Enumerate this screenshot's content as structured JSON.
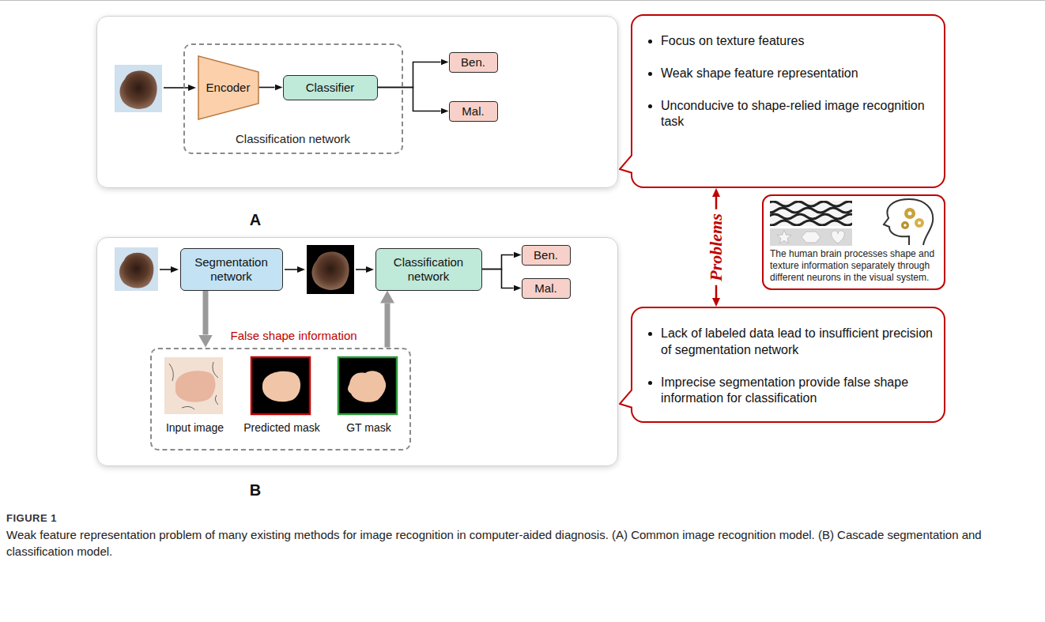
{
  "diagram": {
    "title": "FIGURE 1",
    "caption": "Weak feature representation problem of many existing methods for image recognition in computer-aided diagnosis. (A) Common image recognition model. (B) Cascade segmentation and classification model.",
    "nodes": [
      {
        "text": [
          "A"
        ]
      },
      {
        "text": [
          "Classification network"
        ],
        "in": 0
      },
      {
        "text": [
          "Encoder"
        ],
        "in": 1
      },
      {
        "text": [
          "Classifier"
        ],
        "in": 1
      },
      {
        "text": [
          "Ben."
        ],
        "in": 0
      },
      {
        "text": [
          "Mal."
        ],
        "in": 0
      },
      {
        "text": [
          "Focus on texture features",
          "Weak shape feature representation",
          "Unconducive to shape-relied image recognition task"
        ]
      },
      {
        "text": [
          "The human brain processes shape and texture information separately through different neurons in the visual system."
        ]
      },
      {
        "text": [
          "B"
        ]
      },
      {
        "text": [
          "Segmentation network"
        ],
        "in": 8
      },
      {
        "text": [
          "Classification network"
        ],
        "in": 8
      },
      {
        "text": [
          "Ben."
        ],
        "in": 8
      },
      {
        "text": [
          "Mal."
        ],
        "in": 8
      },
      {
        "text": [
          "False shape information",
          "Input image",
          "Predicted mask",
          "GT mask"
        ],
        "in": 8
      },
      {
        "text": [
          "Lack of labeled data lead to insufficient precision of segmentation network",
          "Imprecise segmentation provide false shape information for classification"
        ]
      }
    ],
    "edges": [
      {
        "from": 2,
        "to": 3,
        "arrow": "to"
      },
      {
        "from": 3,
        "to": 4,
        "arrow": "to"
      },
      {
        "from": 3,
        "to": 5,
        "arrow": "to"
      },
      {
        "from": 6,
        "to": 14,
        "label": "Problems",
        "arrow": "both"
      },
      {
        "from": 9,
        "to": 13,
        "arrow": "to"
      },
      {
        "from": 13,
        "to": 10,
        "arrow": "to"
      },
      {
        "from": 10,
        "to": 11,
        "arrow": "to"
      },
      {
        "from": 10,
        "to": 12,
        "arrow": "to"
      }
    ]
  }
}
